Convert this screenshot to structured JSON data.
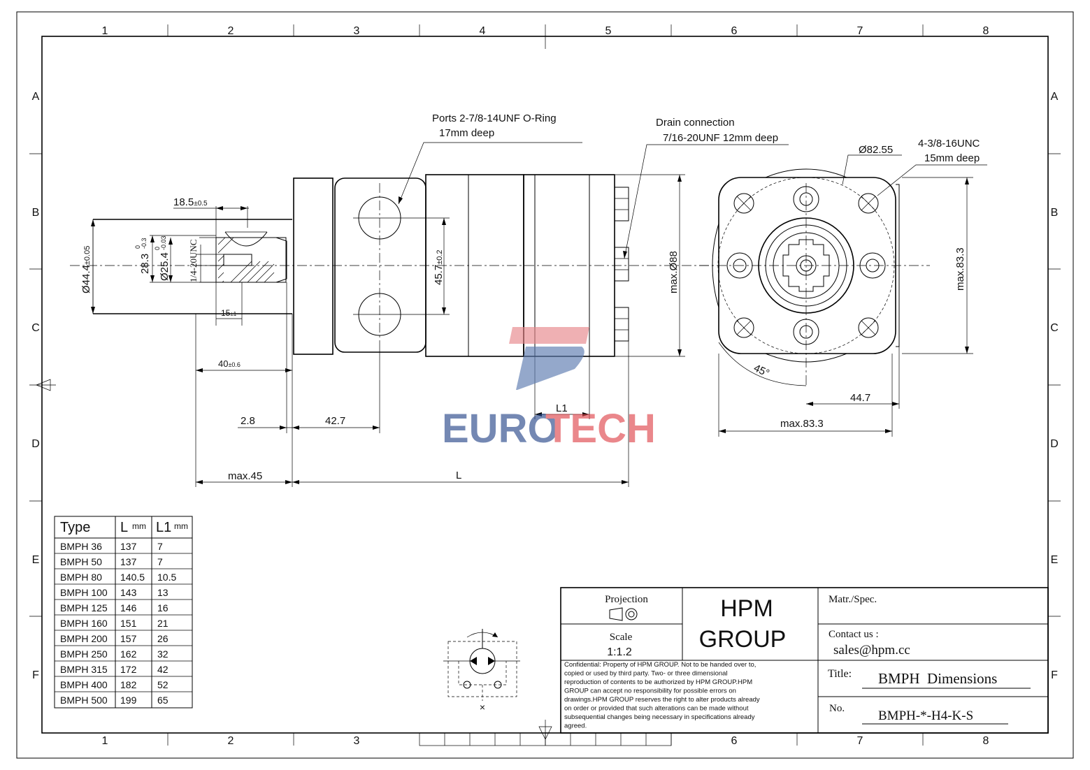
{
  "frame": {
    "columns": [
      "1",
      "2",
      "3",
      "4",
      "5",
      "6",
      "7",
      "8"
    ],
    "rows": [
      "A",
      "B",
      "C",
      "D",
      "E",
      "F"
    ]
  },
  "annotations": {
    "ports_line1": "Ports 2-7/8-14UNF O-Ring",
    "ports_line2": "17mm deep",
    "drain_line1": "Drain connection",
    "drain_line2": "7/16-20UNF 12mm deep",
    "dia_flange": "Ø82.55",
    "bolt_line1": "4-3/8-16UNC",
    "bolt_line2": "15mm deep",
    "angle": "45°"
  },
  "dims": {
    "d185": "18.5",
    "d185_tol": "±0.5",
    "d283": "28.3",
    "d283_tol_up": "0",
    "d283_tol_lo": "-0.3",
    "d254": "Ø25.4",
    "d254_tol_up": "0",
    "d254_tol_lo": "-0.03",
    "thread": "1/4-20UNC",
    "d444": "Ø44.4",
    "d444_tol": "±0.05",
    "d15": "15",
    "d15_tol": "±1",
    "d457": "45.7",
    "d457_tol": "±0.2",
    "d40": "40",
    "d40_tol": "±0.6",
    "d28": "2.8",
    "d427": "42.7",
    "dmax45": "max.45",
    "dL": "L",
    "dL1": "L1",
    "dmax88": "max.Ø88",
    "dmax833_v": "max.83.3",
    "dmax833_h": "max.83.3",
    "d447": "44.7"
  },
  "watermark": {
    "euro": "EURO",
    "tech": "TECH",
    "color_red": "#e0484e",
    "color_blue": "#2a4a8c"
  },
  "table": {
    "headers": {
      "type": "Type",
      "l": "L",
      "l_unit": "mm",
      "l1": "L1",
      "l1_unit": "mm"
    },
    "rows": [
      [
        "BMPH 36",
        "137",
        "7"
      ],
      [
        "BMPH 50",
        "137",
        "7"
      ],
      [
        "BMPH 80",
        "140.5",
        "10.5"
      ],
      [
        "BMPH 100",
        "143",
        "13"
      ],
      [
        "BMPH 125",
        "146",
        "16"
      ],
      [
        "BMPH 160",
        "151",
        "21"
      ],
      [
        "BMPH 200",
        "157",
        "26"
      ],
      [
        "BMPH 250",
        "162",
        "32"
      ],
      [
        "BMPH 315",
        "172",
        "42"
      ],
      [
        "BMPH 400",
        "182",
        "52"
      ],
      [
        "BMPH 500",
        "199",
        "65"
      ]
    ]
  },
  "title_block": {
    "projection": "Projection",
    "scale_label": "Scale",
    "scale_value": "1:1.2",
    "company1": "HPM",
    "company2": "GROUP",
    "matr": "Matr./Spec.",
    "contact_label": "Contact us :",
    "contact_email": "sales@hpm.cc",
    "title_label": "Title:",
    "title_value": "BMPH  Dimensions",
    "no_label": "No.",
    "no_value": "BMPH-*-H4-K-S",
    "confidential": [
      "Confidential:  Property of HPM GROUP. Not to be handed over to,",
      "copied or used by third party. Two- or three dimensional",
      "reproduction of contents to be authorized by HPM GROUP.HPM",
      "GROUP can accept no responsibility for possible errors on",
      "drawings.HPM GROUP reserves the right to alter products already",
      "on order or provided that such alterations can be made without",
      "subsequential changes being necessary in specifications already",
      "agreed."
    ]
  },
  "symbol": {
    "cross": "×"
  }
}
